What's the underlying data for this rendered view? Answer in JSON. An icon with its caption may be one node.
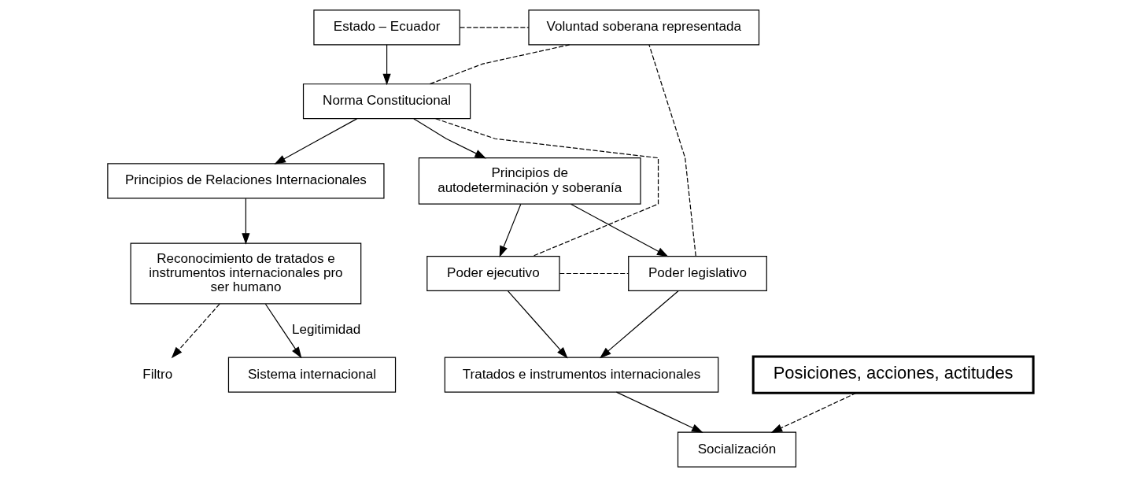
{
  "diagram": {
    "nodes": [
      {
        "text": [
          "Estado – Ecuador"
        ]
      },
      {
        "text": [
          "Voluntad soberana representada"
        ]
      },
      {
        "text": [
          "Norma Constitucional"
        ]
      },
      {
        "text": [
          "Principios de Relaciones Internacionales"
        ]
      },
      {
        "text": [
          "Principios de autodeterminación y soberanía"
        ]
      },
      {
        "text": [
          "Reconocimiento de tratados e instrumentos internacionales pro ser humano"
        ]
      },
      {
        "text": [
          "Poder ejecutivo"
        ]
      },
      {
        "text": [
          "Poder legislativo"
        ]
      },
      {
        "text": [
          "Filtro"
        ]
      },
      {
        "text": [
          "Tratados e instrumentos internacionales"
        ]
      },
      {
        "text": [
          "Sistema internacional"
        ]
      },
      {
        "text": [
          "Posiciones, acciones, actitudes"
        ]
      },
      {
        "text": [
          "Socialización"
        ]
      }
    ],
    "edges": [
      {
        "from": 0,
        "to": 2,
        "arrow": "to"
      },
      {
        "from": 0,
        "to": 1,
        "arrow": "none",
        "style": "dashed"
      },
      {
        "from": 2,
        "to": 1,
        "arrow": "none",
        "style": "dashed"
      },
      {
        "from": 2,
        "to": 3,
        "arrow": "to"
      },
      {
        "from": 2,
        "to": 4,
        "arrow": "to"
      },
      {
        "from": 3,
        "to": 5,
        "arrow": "to"
      },
      {
        "from": 4,
        "to": 6,
        "arrow": "to"
      },
      {
        "from": 4,
        "to": 7,
        "arrow": "to"
      },
      {
        "from": 2,
        "to": 6,
        "arrow": "none",
        "style": "dashed"
      },
      {
        "from": 6,
        "to": 7,
        "arrow": "none",
        "style": "dashed"
      },
      {
        "from": 7,
        "to": 1,
        "arrow": "none",
        "style": "dashed"
      },
      {
        "from": 5,
        "to": 8,
        "arrow": "to",
        "style": "dashed"
      },
      {
        "from": 6,
        "to": 9,
        "arrow": "to"
      },
      {
        "from": 7,
        "to": 9,
        "arrow": "to"
      },
      {
        "from": 5,
        "to": 10,
        "arrow": "to",
        "label": "Legitimidad"
      },
      {
        "from": 9,
        "to": 12,
        "arrow": "to"
      },
      {
        "from": 11,
        "to": 12,
        "arrow": "to",
        "style": "dashed"
      }
    ]
  }
}
